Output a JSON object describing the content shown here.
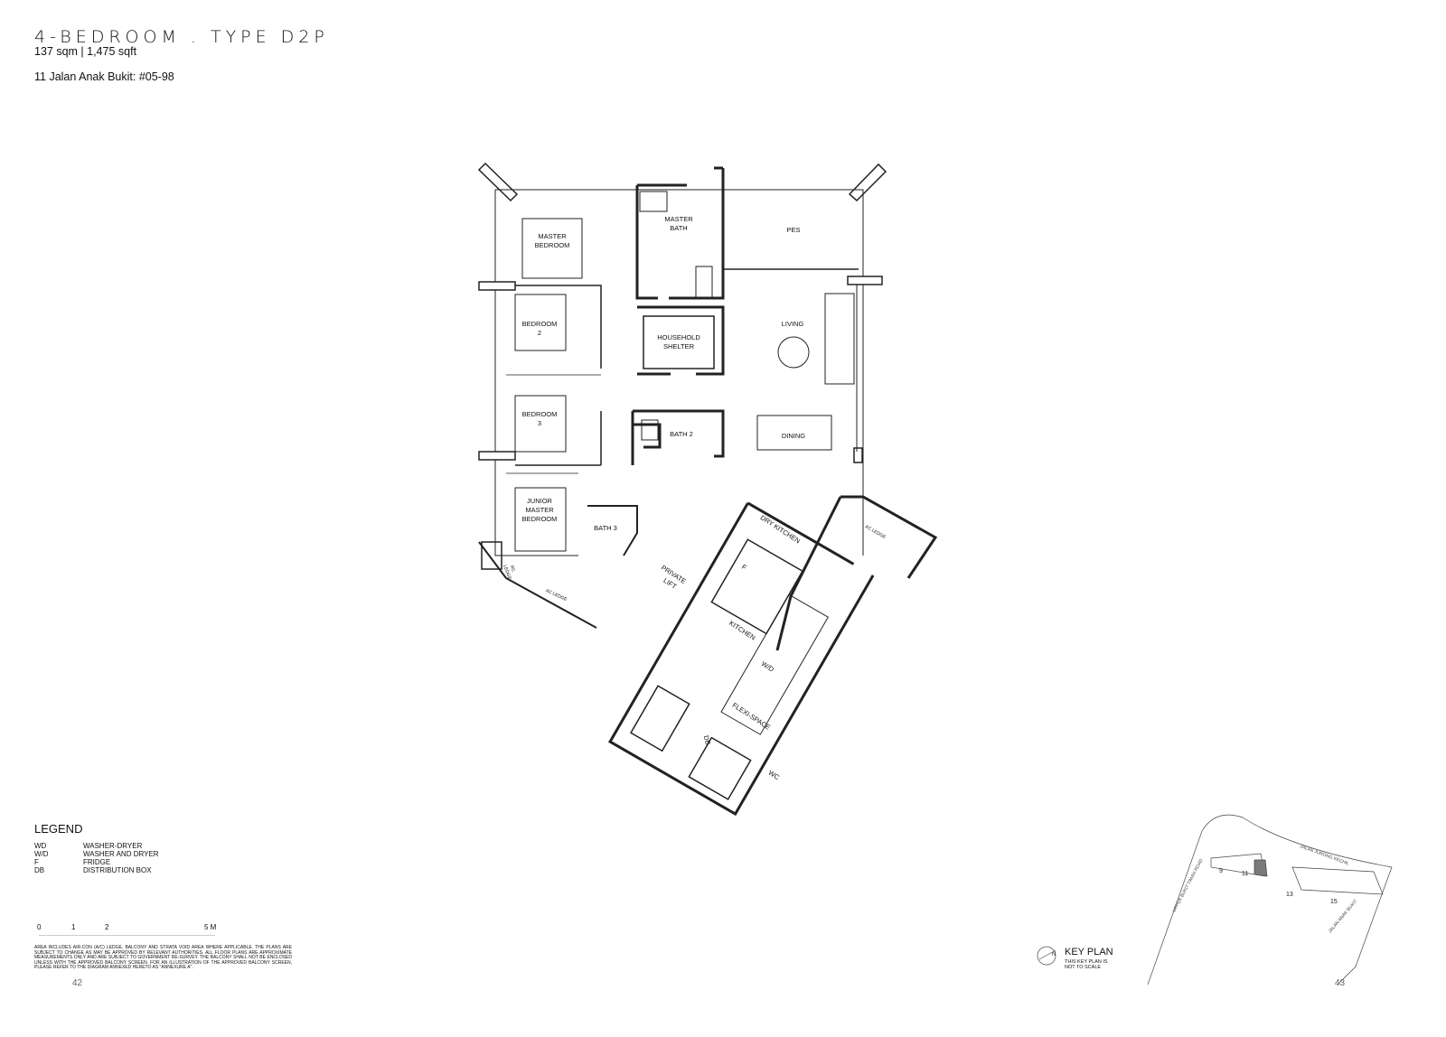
{
  "header": {
    "title": "4-BEDROOM . TYPE D2P",
    "area": "137 sqm | 1,475 sqft",
    "address": "11 Jalan Anak Bukit: #05-98"
  },
  "rooms": {
    "master_bedroom": [
      "MASTER",
      "BEDROOM"
    ],
    "master_bath": [
      "MASTER",
      "BATH"
    ],
    "pes": "PES",
    "bedroom2": [
      "BEDROOM",
      "2"
    ],
    "household_shelter": [
      "HOUSEHOLD",
      "SHELTER"
    ],
    "living": "LIVING",
    "bedroom3": [
      "BEDROOM",
      "3"
    ],
    "bath2": "BATH 2",
    "dining": "DINING",
    "junior_master": [
      "JUNIOR",
      "MASTER",
      "BEDROOM"
    ],
    "bath3": "BATH 3",
    "dry_kitchen": "DRY KITCHEN",
    "ac_ledge_right": "AC LEDGE",
    "rc_ledge": [
      "RC",
      "LEDGE"
    ],
    "ac_ledge_left": "AC LEDGE",
    "private_lift": [
      "PRIVATE",
      "LIFT"
    ],
    "fridge": "F",
    "kitchen": "KITCHEN",
    "wd": "W/D",
    "flexi_space": "FLEXI-SPACE",
    "db": "DB",
    "wc": "WC"
  },
  "legend": {
    "title": "LEGEND",
    "items": [
      {
        "code": "WD",
        "desc": "WASHER-DRYER"
      },
      {
        "code": "W/D",
        "desc": "WASHER AND DRYER"
      },
      {
        "code": "F",
        "desc": "FRIDGE"
      },
      {
        "code": "DB",
        "desc": "DISTRIBUTION BOX"
      }
    ]
  },
  "scale": {
    "ticks": [
      "0",
      "1",
      "2",
      "5 M"
    ]
  },
  "disclaimer": "Area includes air-con (A/C) ledge, balcony and strata void area where applicable. The plans are subject to change as may be approved by relevant authorities. All floor plans are approximate measurements only and are subject to government re-survey. The balcony shall not be enclosed unless with the approved balcony screen. For an illustration of the approved balcony screen, please refer to the diagram annexed hereto as \"Annexure A\".",
  "pages": {
    "left": "42",
    "right": "43"
  },
  "keyplan": {
    "title": "KEY PLAN",
    "note": [
      "THIS KEY PLAN IS",
      "NOT TO SCALE"
    ],
    "north": "N",
    "roads": [
      "JALAN JURONG KECHIL",
      "UPPER BUKIT TIMAH ROAD",
      "JALAN ANAK BUKIT"
    ],
    "blocks": [
      "9",
      "11",
      "13",
      "15"
    ],
    "highlight_color": "#7a7a7a"
  }
}
